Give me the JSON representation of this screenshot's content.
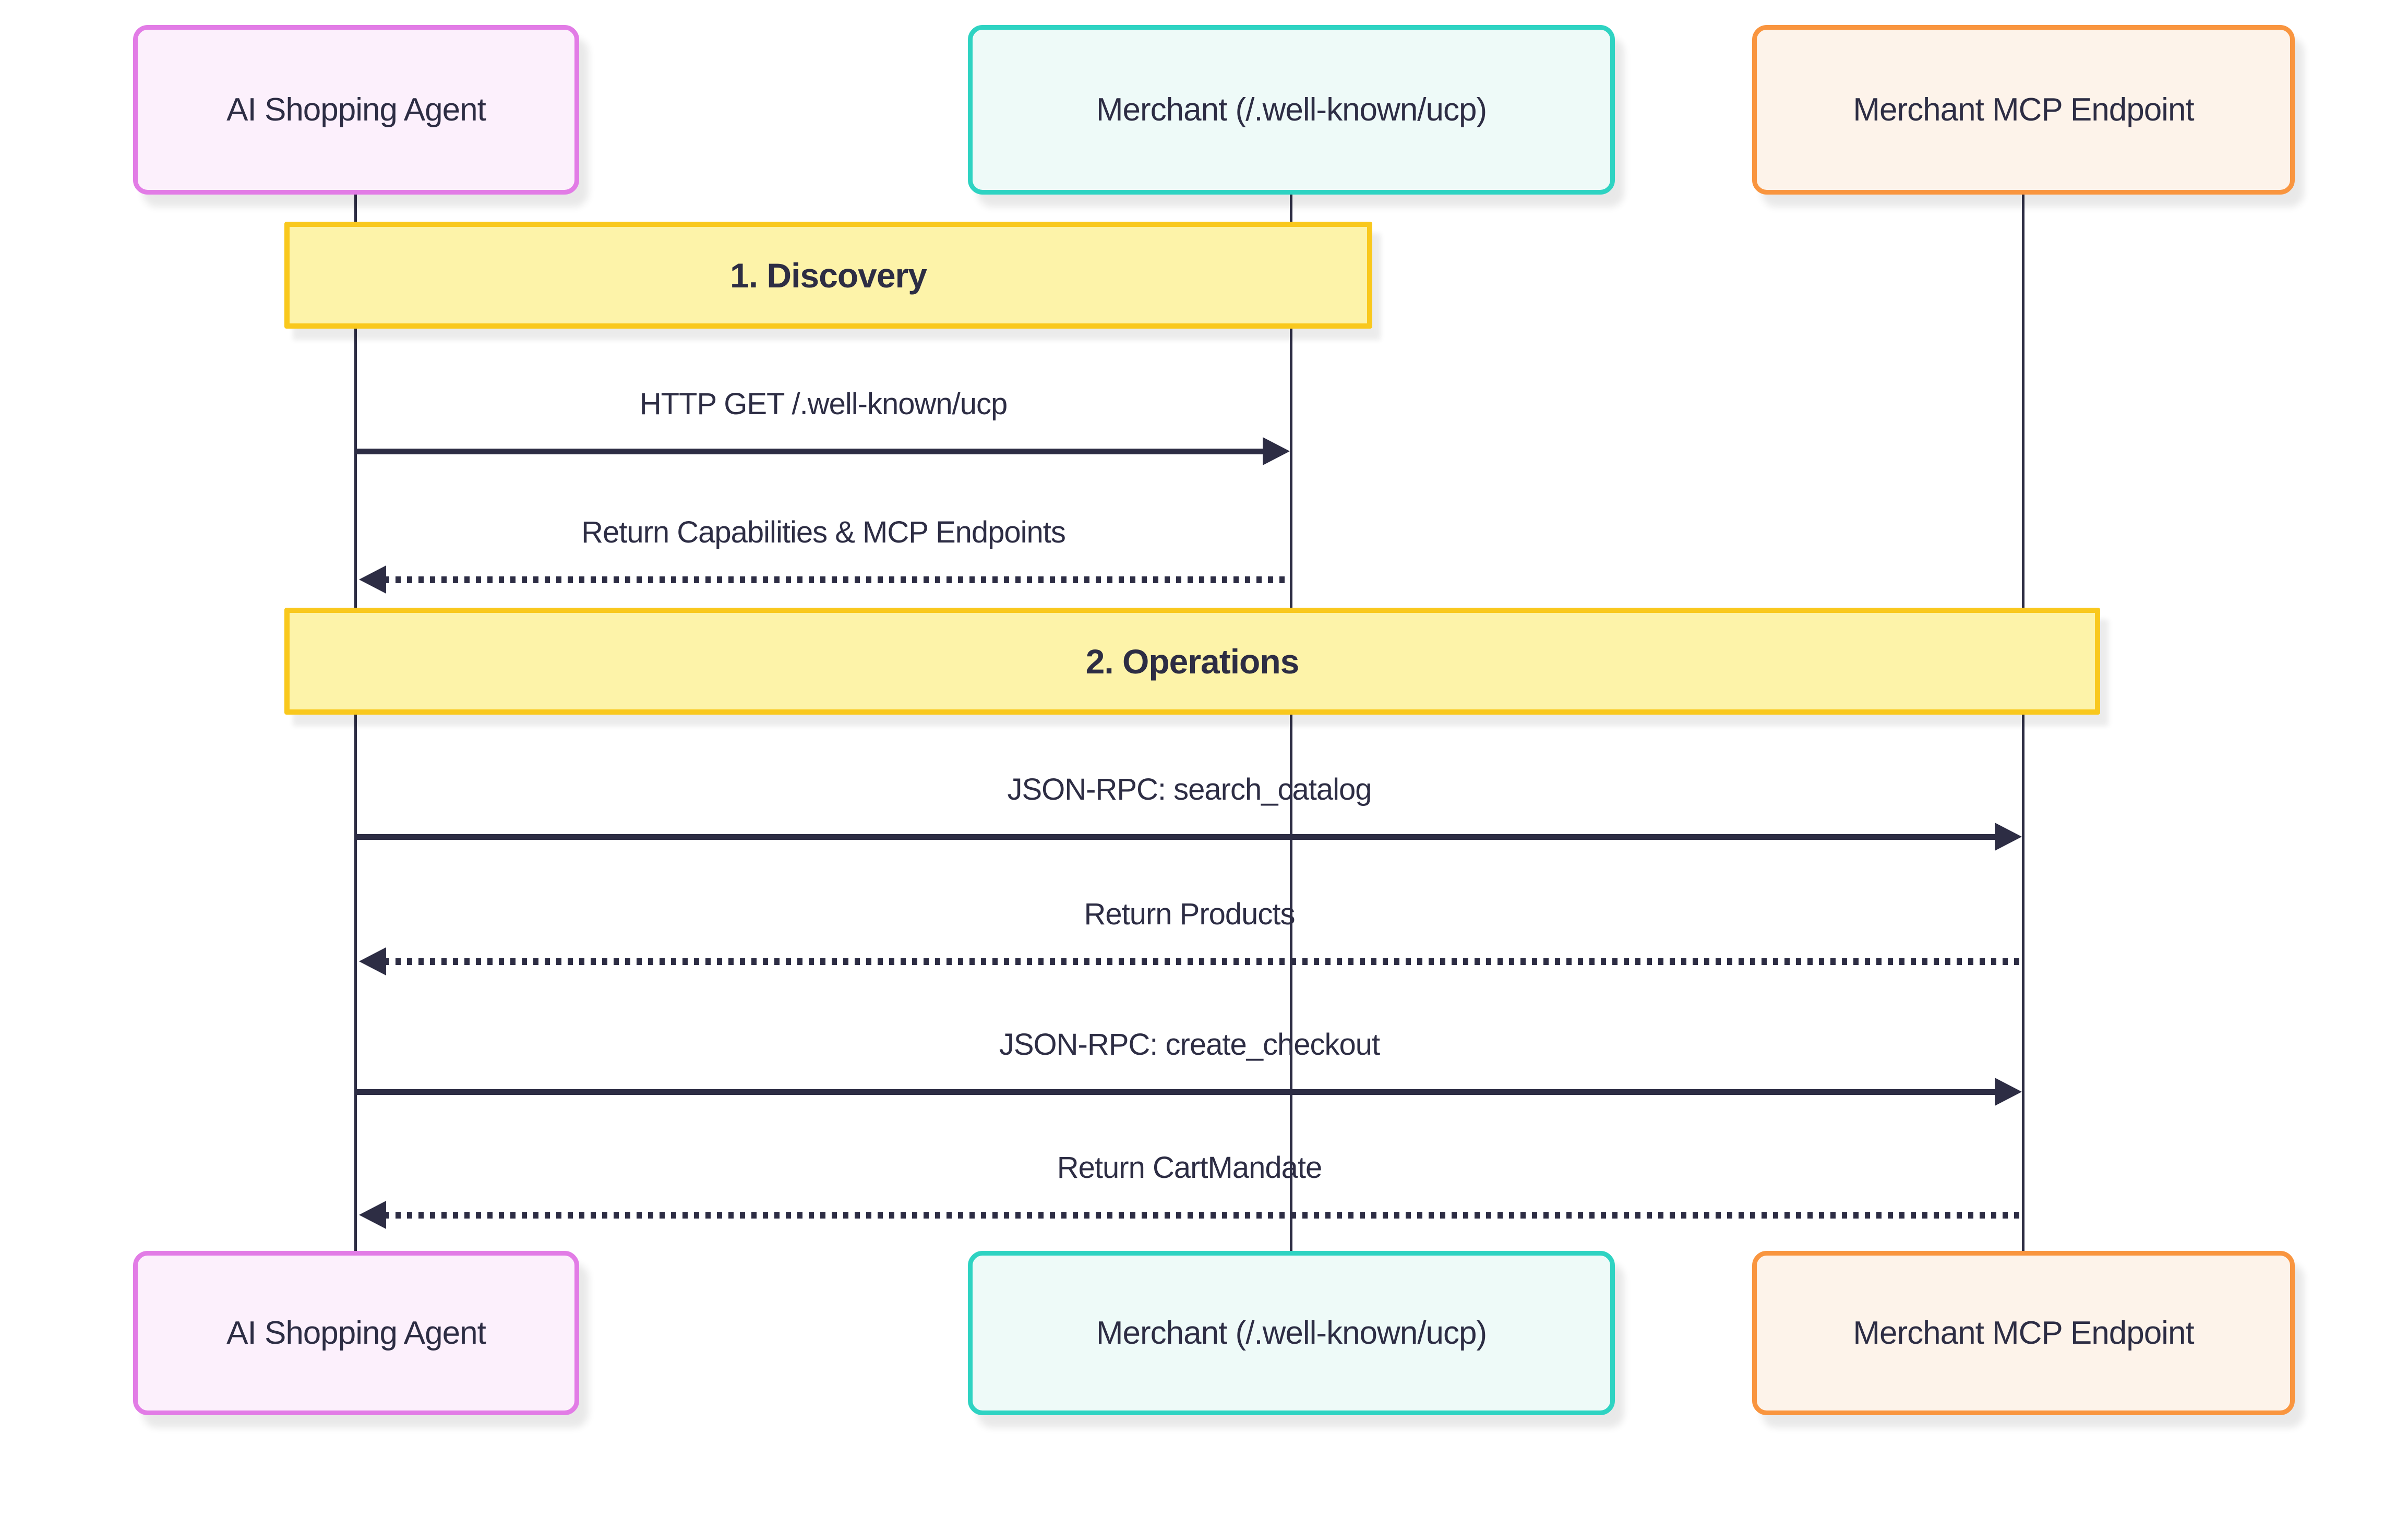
{
  "diagram": {
    "type": "sequence-diagram",
    "actors": [
      {
        "id": "agent",
        "label": "AI Shopping Agent"
      },
      {
        "id": "merchant",
        "label": "Merchant (/.well-known/ucp)"
      },
      {
        "id": "mcp",
        "label": "Merchant MCP Endpoint"
      }
    ],
    "sections": [
      {
        "label": "1. Discovery"
      },
      {
        "label": "2. Operations"
      }
    ],
    "messages": [
      {
        "label": "HTTP GET /.well-known/ucp",
        "from": "agent",
        "to": "merchant",
        "line": "solid",
        "direction": "right"
      },
      {
        "label": "Return Capabilities & MCP Endpoints",
        "from": "merchant",
        "to": "agent",
        "line": "dotted",
        "direction": "left"
      },
      {
        "label": "JSON-RPC: search_catalog",
        "from": "agent",
        "to": "mcp",
        "line": "solid",
        "direction": "right"
      },
      {
        "label": "Return Products",
        "from": "mcp",
        "to": "agent",
        "line": "dotted",
        "direction": "left"
      },
      {
        "label": "JSON-RPC: create_checkout",
        "from": "agent",
        "to": "mcp",
        "line": "solid",
        "direction": "right"
      },
      {
        "label": "Return CartMandate",
        "from": "mcp",
        "to": "agent",
        "line": "dotted",
        "direction": "left"
      }
    ],
    "colors": {
      "background": "#ffffff",
      "text": "#2d2d44",
      "lifeline": "#2d2d44",
      "agent_border": "#e27ce6",
      "agent_fill": "#fcf0fc",
      "merchant_border": "#2ed3c2",
      "merchant_fill": "#eefaf8",
      "mcp_border": "#f9953f",
      "mcp_fill": "#fdf3ea",
      "section_border": "#f9c81d",
      "section_fill": "#fdf3a9"
    }
  }
}
